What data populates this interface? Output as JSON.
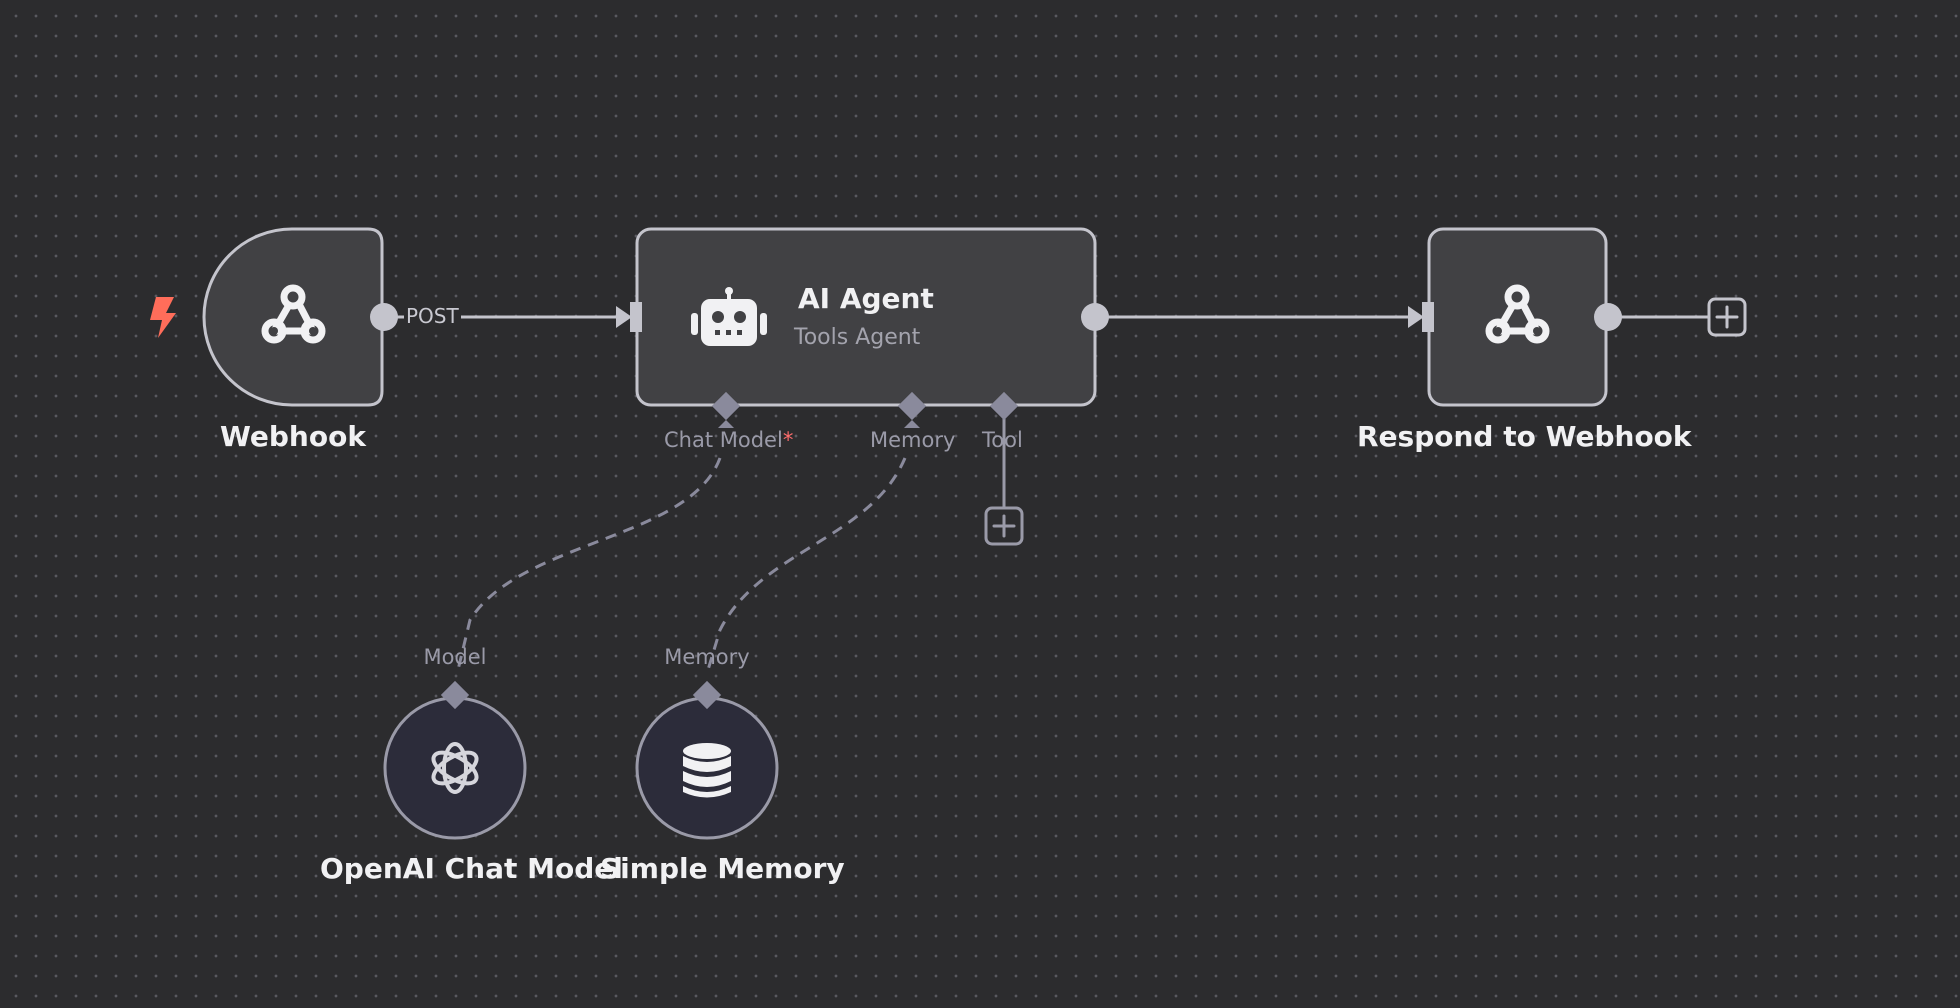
{
  "colors": {
    "canvas_bg": "#2c2c2e",
    "node_fill": "#414144",
    "node_stroke": "#c4c4cc",
    "sub_node_fill": "#2c2c3a",
    "sub_node_stroke": "#9a9aa8",
    "connector": "#c4c4cc",
    "sub_connector": "#8a8a9c",
    "trigger_accent": "#ff6d5a",
    "required_marker": "#ff6d6d"
  },
  "nodes": {
    "webhook": {
      "label": "Webhook",
      "icon": "webhook-icon",
      "output_label": "POST"
    },
    "ai_agent": {
      "title": "AI Agent",
      "subtitle": "Tools Agent",
      "icon": "robot-icon",
      "ports": {
        "chat_model": "Chat Model",
        "chat_model_required": "*",
        "memory": "Memory",
        "tool": "Tool"
      }
    },
    "respond": {
      "label": "Respond to Webhook",
      "icon": "webhook-icon"
    },
    "openai": {
      "label": "OpenAI Chat Model",
      "icon": "openai-icon",
      "port_label": "Model"
    },
    "memory": {
      "label": "Simple Memory",
      "icon": "database-icon",
      "port_label": "Memory"
    }
  }
}
